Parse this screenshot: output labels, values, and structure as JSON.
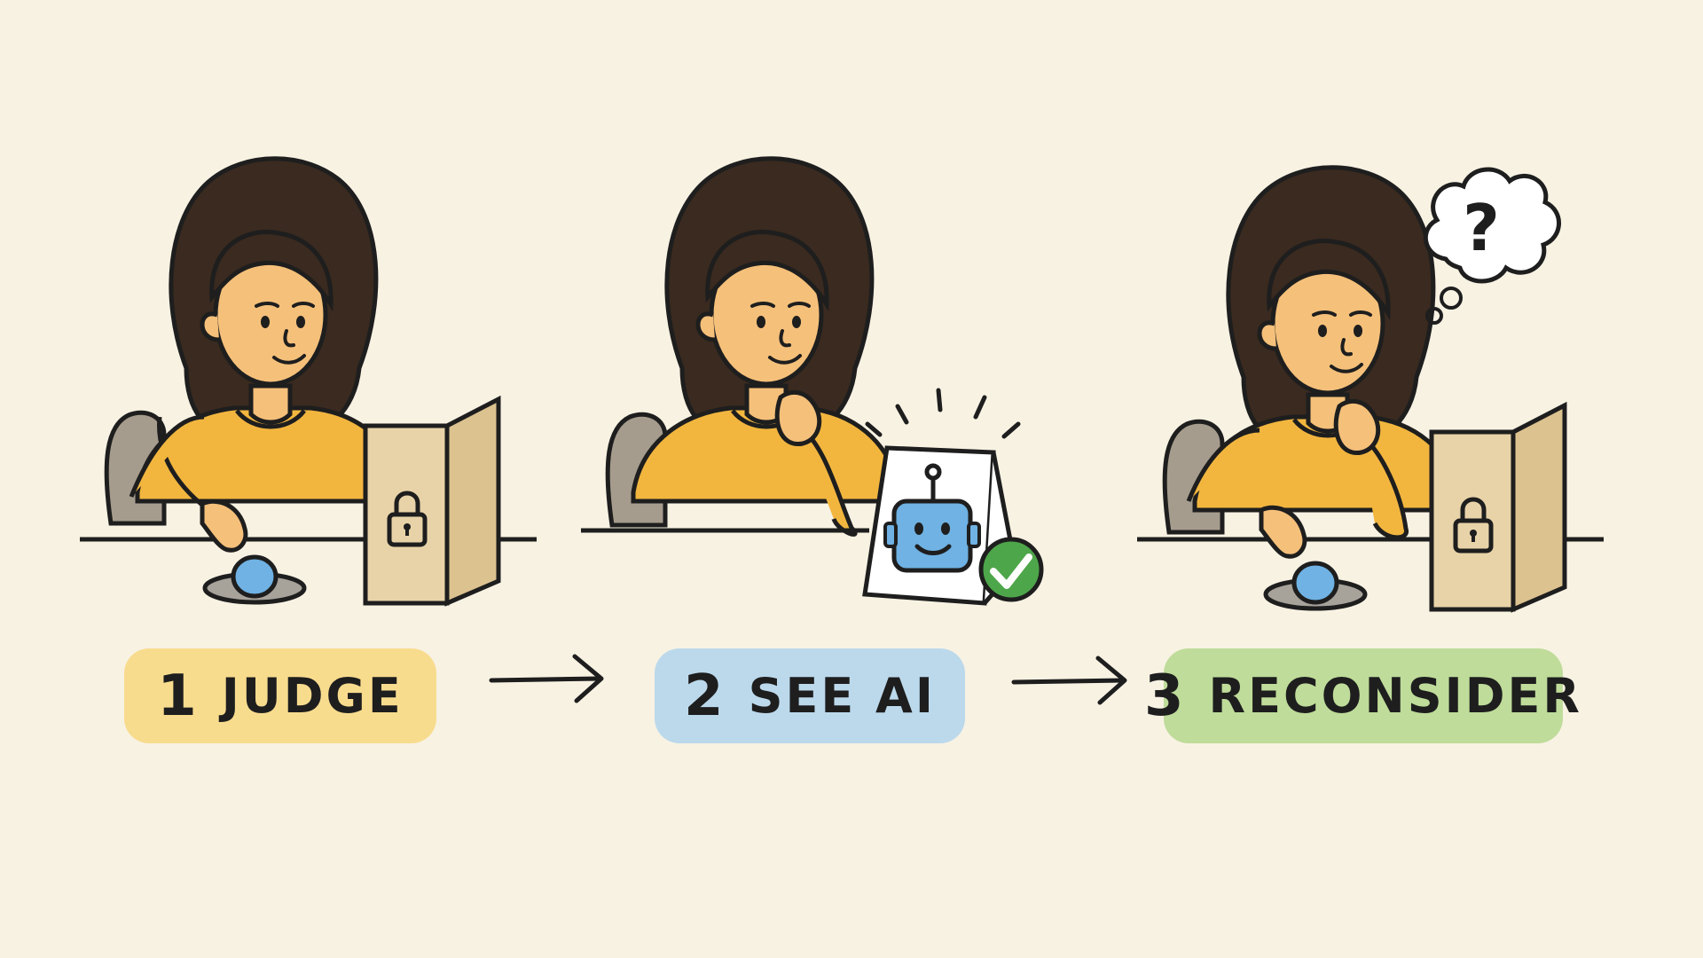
{
  "steps": [
    {
      "number": "1",
      "label": "JUDGE"
    },
    {
      "number": "2",
      "label": "SEE AI"
    },
    {
      "number": "3",
      "label": "RECONSIDER"
    }
  ],
  "thought_bubble": {
    "symbol": "?"
  },
  "colors": {
    "background": "#f8f2e3",
    "step1": "#f8dc8e",
    "step2": "#bcd9ec",
    "step3": "#bfdc9a",
    "shirt": "#f2b63f",
    "skin": "#f5c07a",
    "hair": "#3a2a1f",
    "box": "#e8d3a8",
    "check": "#4ea64a",
    "robot": "#6fb2e3"
  },
  "icons": [
    "lock-icon",
    "robot-icon",
    "check-icon",
    "question-icon"
  ]
}
